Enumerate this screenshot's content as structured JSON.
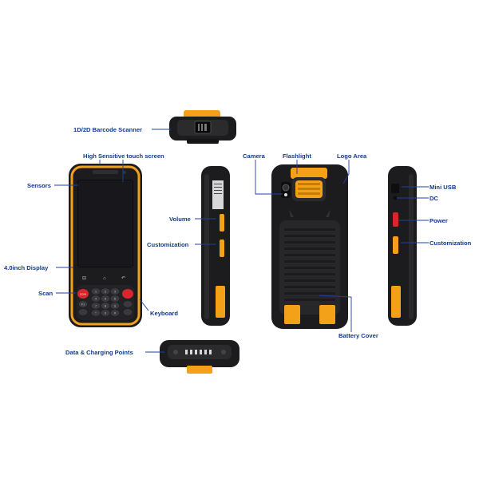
{
  "labels": {
    "barcode_scanner": "1D/2D Barcode Scanner",
    "touch_screen": "High Sensitive touch screen",
    "sensors": "Sensors",
    "display": "4.0inch Display",
    "scan": "Scan",
    "keyboard": "Keyboard",
    "volume": "Volume",
    "customization_left": "Customization",
    "camera": "Camera",
    "flashlight": "Flashlight",
    "logo_area": "Logo Area",
    "mini_usb": "Mini USB",
    "dc": "DC",
    "power": "Power",
    "customization_right": "Customization",
    "battery_cover": "Battery Cover",
    "charging_points": "Data & Charging Points"
  },
  "keypad": {
    "scan_key": "SCAN",
    "keys": [
      "F1",
      "1",
      "2",
      "3",
      "4",
      "5",
      "6",
      "7",
      "8",
      "9",
      "*",
      "0",
      "#"
    ]
  },
  "colors": {
    "label": "#123a8c",
    "leader_line": "#1e3fa8",
    "body": "#1c1c1e",
    "accent": "#f4a11a",
    "screen": "#0c0c0e",
    "scan_key": "#d8262c"
  }
}
